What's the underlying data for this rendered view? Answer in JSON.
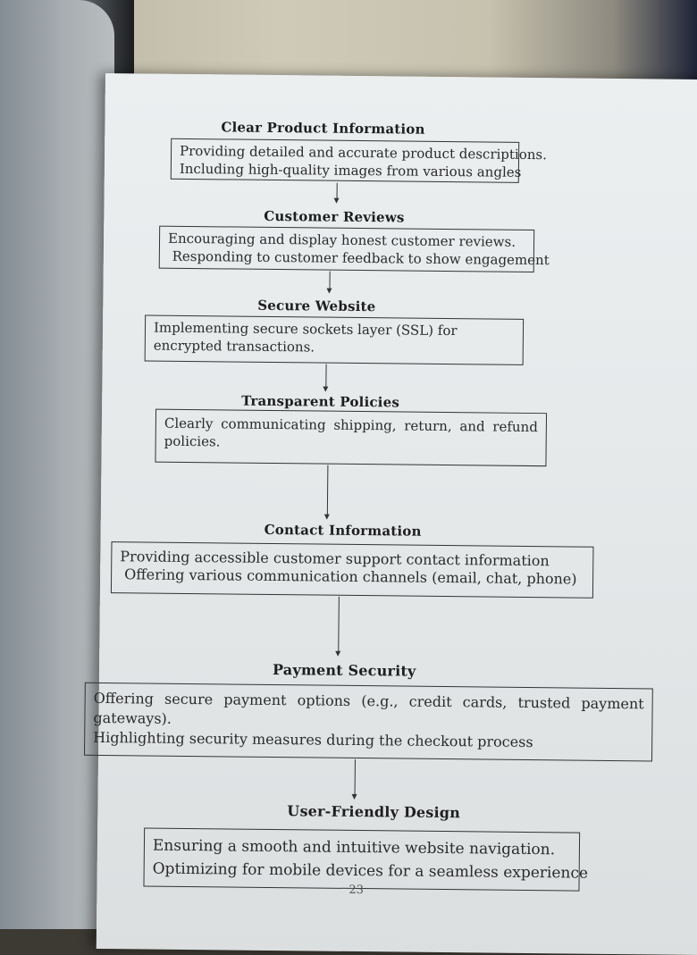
{
  "sections": [
    {
      "heading": "Clear Product Information",
      "lines": [
        "Providing detailed and accurate product descriptions.",
        "Including high-quality images from various angles"
      ]
    },
    {
      "heading": "Customer Reviews",
      "lines": [
        "Encouraging and display honest customer reviews.",
        " Responding to customer feedback to show engagement"
      ]
    },
    {
      "heading": "Secure Website",
      "lines": [
        "Implementing secure sockets layer (SSL) for encrypted transactions."
      ]
    },
    {
      "heading": "Transparent Policies",
      "lines": [
        "Clearly communicating shipping, return, and refund policies."
      ]
    },
    {
      "heading": "Contact Information",
      "lines": [
        "Providing accessible customer support contact information",
        " Offering various communication channels (email, chat, phone)"
      ]
    },
    {
      "heading": "Payment Security",
      "lines": [
        "Offering secure payment options (e.g., credit cards, trusted payment gateways).",
        "Highlighting security measures during the checkout process"
      ]
    },
    {
      "heading": "User-Friendly Design",
      "lines": [
        "Ensuring a smooth and intuitive website navigation.",
        "Optimizing for mobile devices for a seamless experience"
      ]
    }
  ],
  "page_number": "23"
}
